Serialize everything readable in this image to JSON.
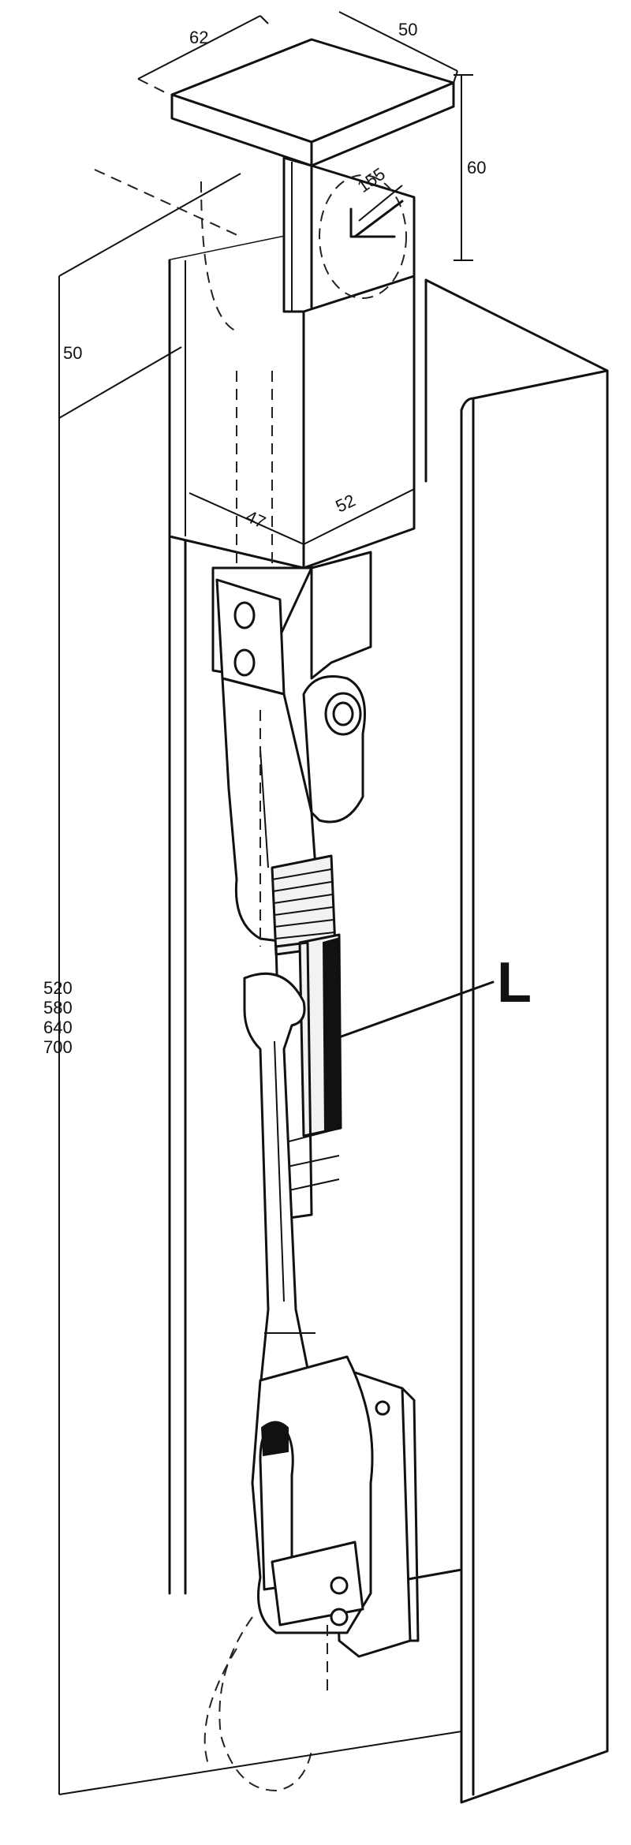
{
  "dimensions": {
    "top_depth": "62",
    "top_width": "50",
    "top_height": "60",
    "radius": "155",
    "upper_offset": "50",
    "lower_depth": "47",
    "lower_width": "52",
    "length_options": [
      "520",
      "580",
      "640",
      "700"
    ]
  },
  "callout": {
    "label": "L"
  }
}
